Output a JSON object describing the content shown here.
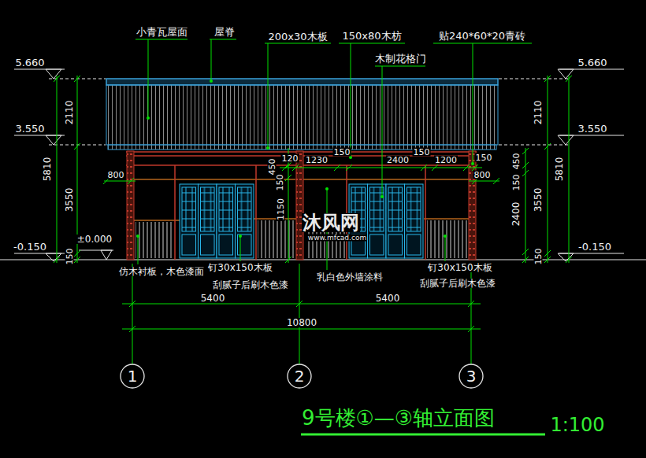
{
  "diagram": {
    "title": "9号楼①—③轴立面图",
    "nodes": [
      {
        "text": [
          "1"
        ]
      },
      {
        "text": [
          "2"
        ]
      },
      {
        "text": [
          "3"
        ]
      }
    ],
    "labels": [
      "小青瓦屋面",
      "屋脊",
      "200x30木板",
      "150x80木枋",
      "贴240*60*20青砖",
      "木制花格门",
      "5.660",
      "3.550",
      "-0.150",
      "5.660",
      "3.550",
      "-0.150",
      "5810",
      "2110",
      "3550",
      "150",
      "5810",
      "2110",
      "3550",
      "150",
      "450",
      "150",
      "2400",
      "800",
      "800",
      "±0.000",
      "120",
      "1230",
      "150",
      "2400",
      "150",
      "1200",
      "150",
      "450",
      "150",
      "1150",
      "仿木衬板，木色漆面",
      "钉30x150木板",
      "刮腻子后刷木色漆",
      "乳白色外墙涂料",
      "钉30x150木板",
      "刮腻子后刷木色漆",
      "5400",
      "5400",
      "10800",
      "沐风网",
      "www.mfcad.com",
      "1:100"
    ]
  }
}
